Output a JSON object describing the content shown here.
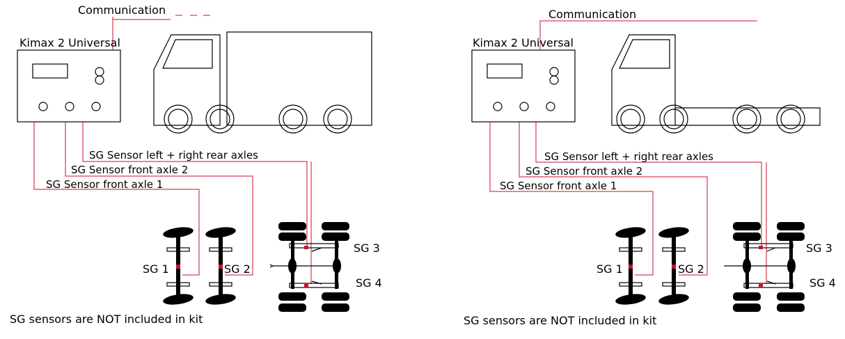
{
  "diagrams": [
    {
      "communication_label": "Communication",
      "device_title": "Kimax 2 Universal",
      "sensor_rear_label": "SG Sensor left + right rear axles",
      "sensor_front2_label": "SG Sensor front axle 2",
      "sensor_front1_label": "SG Sensor front axle 1",
      "sg1": "SG 1",
      "sg2": "SG 2",
      "sg3": "SG 3",
      "sg4": "SG 4",
      "note": "SG sensors are NOT included in kit",
      "vehicle": "truck-box"
    },
    {
      "communication_label": "Communication",
      "device_title": "Kimax 2 Universal",
      "sensor_rear_label": "SG Sensor left + right rear axles",
      "sensor_front2_label": "SG Sensor front axle 2",
      "sensor_front1_label": "SG Sensor front axle 1",
      "sg1": "SG 1",
      "sg2": "SG 2",
      "sg3": "SG 3",
      "sg4": "SG 4",
      "note": "SG sensors are NOT included in kit",
      "vehicle": "truck-chassis"
    }
  ],
  "colors": {
    "wire": "#c8102e",
    "line": "#000000"
  }
}
